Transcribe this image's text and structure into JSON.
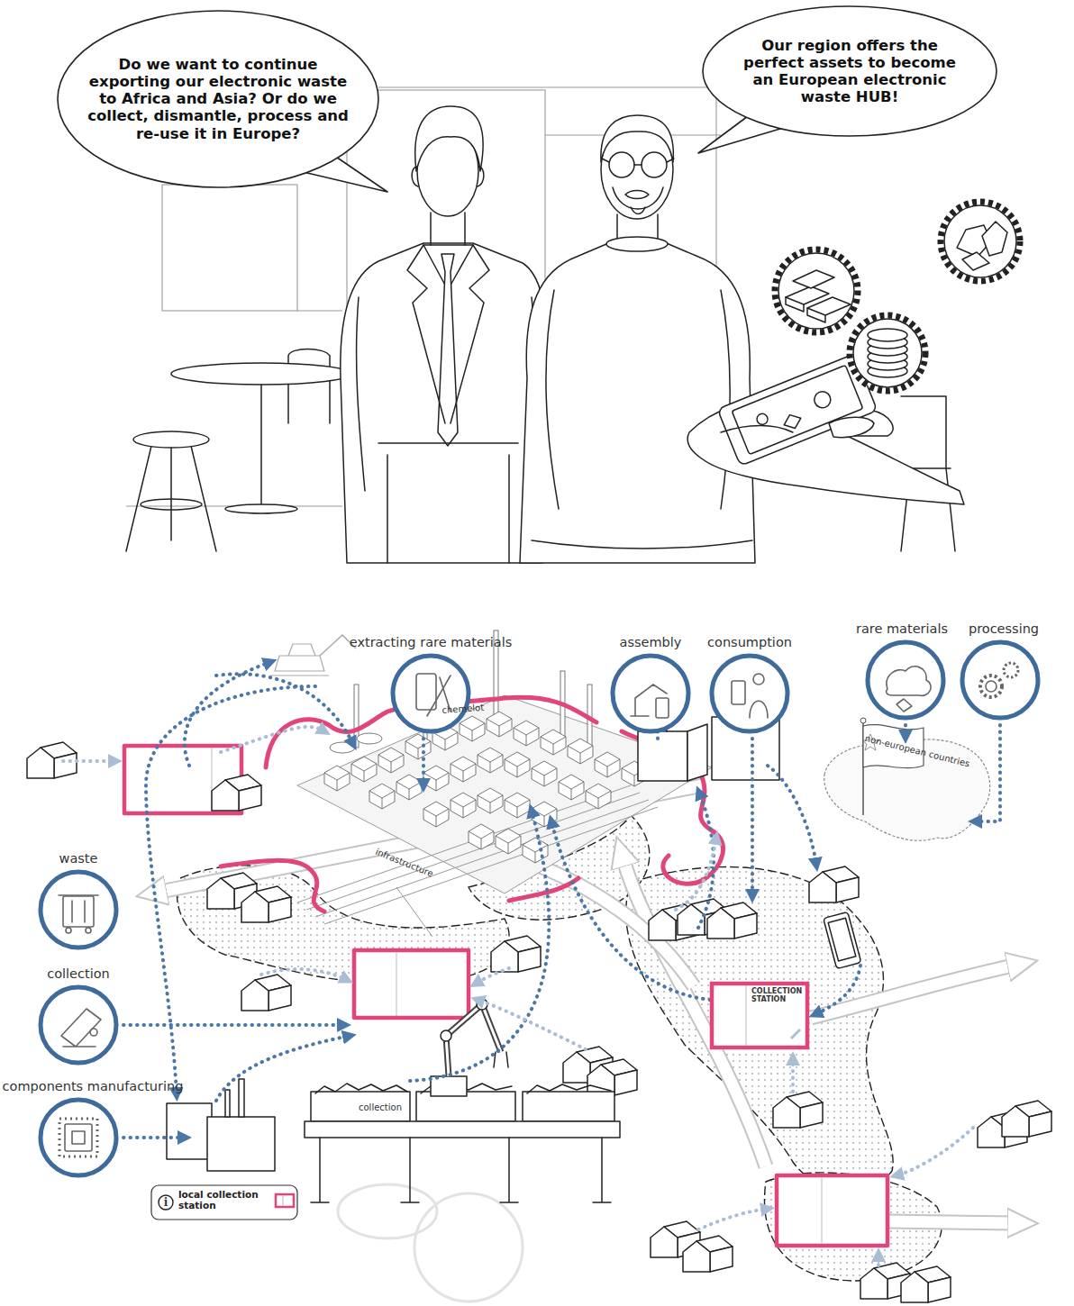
{
  "diagram": {
    "nodes": [
      {
        "text": [
          "Do we want to continue exporting our electronic waste to Africa and Asia? Or do we collect, dismantle, process and re-use it in Europe?"
        ]
      },
      {
        "text": [
          "Our region offers the perfect assets to become an European electronic waste HUB!"
        ]
      },
      {
        "text": [
          "extracting rare materials"
        ]
      },
      {
        "text": [
          "assembly"
        ]
      },
      {
        "text": [
          "consumption"
        ]
      },
      {
        "text": [
          "rare materials"
        ]
      },
      {
        "text": [
          "processing"
        ]
      },
      {
        "text": [
          "waste"
        ]
      },
      {
        "text": [
          "collection"
        ]
      },
      {
        "text": [
          "COLLECTION STATION"
        ]
      },
      {
        "text": [
          "components manufacturing"
        ]
      }
    ],
    "labels": [
      "chemelot",
      "infrastructure",
      "non-european countries",
      "collection",
      "i"
    ],
    "legend": [
      {
        "text": "local collection station"
      }
    ]
  }
}
